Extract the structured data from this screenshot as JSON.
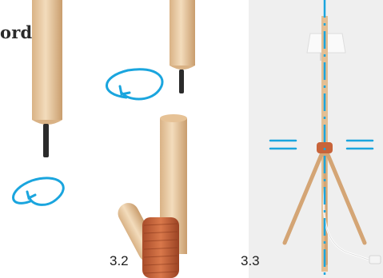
{
  "header": {
    "cut_word": "ord"
  },
  "steps": [
    {
      "label": "3.2"
    },
    {
      "label": "3.3"
    }
  ],
  "colors": {
    "accent_blue": "#1aa5de",
    "wood": "#e8c79f",
    "wood_shadow": "#c99d6d",
    "cord_orange": "#c8643a",
    "rod_dark": "#2b2b2b",
    "background_grey": "#eeeeee"
  }
}
